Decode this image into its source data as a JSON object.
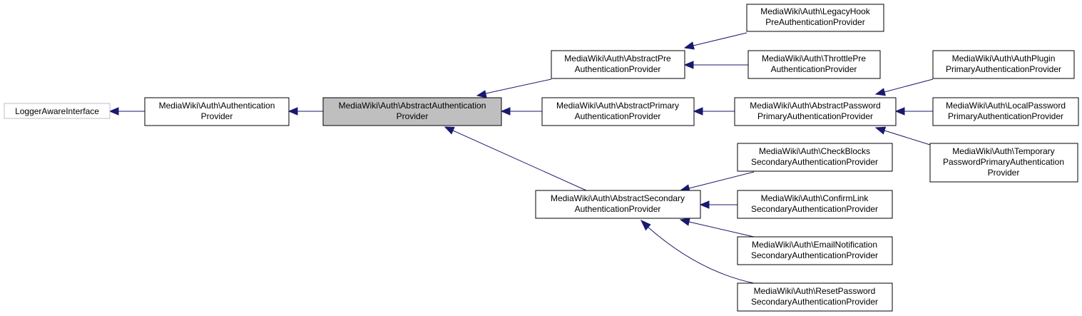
{
  "colors": {
    "edge": "#191970",
    "node_border": "#000000",
    "external_border": "#bfbfbf",
    "current_fill": "#bfbfbf",
    "background": "#ffffff"
  },
  "nodes": {
    "logger_aware_interface": {
      "lines": [
        "LoggerAwareInterface"
      ]
    },
    "authentication_provider": {
      "lines": [
        "MediaWiki\\Auth\\Authentication",
        "Provider"
      ]
    },
    "abstract_authentication_provider": {
      "lines": [
        "MediaWiki\\Auth\\AbstractAuthentication",
        "Provider"
      ]
    },
    "abstract_pre_authentication_provider": {
      "lines": [
        "MediaWiki\\Auth\\AbstractPre",
        "AuthenticationProvider"
      ]
    },
    "abstract_primary_authentication_provider": {
      "lines": [
        "MediaWiki\\Auth\\AbstractPrimary",
        "AuthenticationProvider"
      ]
    },
    "abstract_secondary_authentication_provider": {
      "lines": [
        "MediaWiki\\Auth\\AbstractSecondary",
        "AuthenticationProvider"
      ]
    },
    "legacy_hook_pre_authentication_provider": {
      "lines": [
        "MediaWiki\\Auth\\LegacyHook",
        "PreAuthenticationProvider"
      ]
    },
    "throttle_pre_authentication_provider": {
      "lines": [
        "MediaWiki\\Auth\\ThrottlePre",
        "AuthenticationProvider"
      ]
    },
    "abstract_password_primary_authentication_provider": {
      "lines": [
        "MediaWiki\\Auth\\AbstractPassword",
        "PrimaryAuthenticationProvider"
      ]
    },
    "auth_plugin_primary_authentication_provider": {
      "lines": [
        "MediaWiki\\Auth\\AuthPlugin",
        "PrimaryAuthenticationProvider"
      ]
    },
    "local_password_primary_authentication_provider": {
      "lines": [
        "MediaWiki\\Auth\\LocalPassword",
        "PrimaryAuthenticationProvider"
      ]
    },
    "temporary_password_primary_authentication_provider": {
      "lines": [
        "MediaWiki\\Auth\\Temporary",
        "PasswordPrimaryAuthentication",
        "Provider"
      ]
    },
    "check_blocks_secondary_authentication_provider": {
      "lines": [
        "MediaWiki\\Auth\\CheckBlocks",
        "SecondaryAuthenticationProvider"
      ]
    },
    "confirm_link_secondary_authentication_provider": {
      "lines": [
        "MediaWiki\\Auth\\ConfirmLink",
        "SecondaryAuthenticationProvider"
      ]
    },
    "email_notification_secondary_authentication_provider": {
      "lines": [
        "MediaWiki\\Auth\\EmailNotification",
        "SecondaryAuthenticationProvider"
      ]
    },
    "reset_password_secondary_authentication_provider": {
      "lines": [
        "MediaWiki\\Auth\\ResetPassword",
        "SecondaryAuthenticationProvider"
      ]
    }
  },
  "edges": [
    {
      "from": "authentication_provider",
      "to": "logger_aware_interface"
    },
    {
      "from": "abstract_authentication_provider",
      "to": "authentication_provider"
    },
    {
      "from": "abstract_pre_authentication_provider",
      "to": "abstract_authentication_provider"
    },
    {
      "from": "abstract_primary_authentication_provider",
      "to": "abstract_authentication_provider"
    },
    {
      "from": "abstract_secondary_authentication_provider",
      "to": "abstract_authentication_provider"
    },
    {
      "from": "legacy_hook_pre_authentication_provider",
      "to": "abstract_pre_authentication_provider"
    },
    {
      "from": "throttle_pre_authentication_provider",
      "to": "abstract_pre_authentication_provider"
    },
    {
      "from": "abstract_password_primary_authentication_provider",
      "to": "abstract_primary_authentication_provider"
    },
    {
      "from": "auth_plugin_primary_authentication_provider",
      "to": "abstract_password_primary_authentication_provider"
    },
    {
      "from": "local_password_primary_authentication_provider",
      "to": "abstract_password_primary_authentication_provider"
    },
    {
      "from": "temporary_password_primary_authentication_provider",
      "to": "abstract_password_primary_authentication_provider"
    },
    {
      "from": "check_blocks_secondary_authentication_provider",
      "to": "abstract_secondary_authentication_provider"
    },
    {
      "from": "confirm_link_secondary_authentication_provider",
      "to": "abstract_secondary_authentication_provider"
    },
    {
      "from": "email_notification_secondary_authentication_provider",
      "to": "abstract_secondary_authentication_provider"
    },
    {
      "from": "reset_password_secondary_authentication_provider",
      "to": "abstract_secondary_authentication_provider"
    }
  ]
}
